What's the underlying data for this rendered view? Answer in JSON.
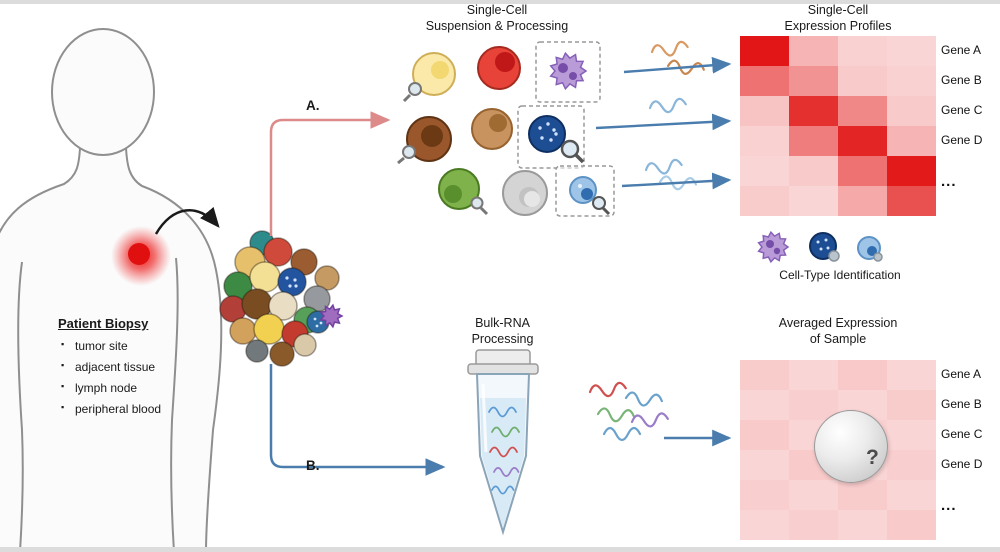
{
  "labels": {
    "single_cell_title": "Single-Cell\nSuspension & Processing",
    "sc_profiles_title": "Single-Cell\nExpression Profiles",
    "bulk_title": "Bulk-RNA\nProcessing",
    "avg_title": "Averaged Expression\nof Sample",
    "cell_type_title": "Cell-Type Identification",
    "path_a": "A.",
    "path_b": "B.",
    "ellipsis": "...",
    "unknown_mark": "?"
  },
  "biopsy": {
    "title": "Patient Biopsy",
    "items": [
      "tumor site",
      "adjacent tissue",
      "lymph node",
      "peripheral blood"
    ]
  },
  "genes": [
    "Gene A",
    "Gene B",
    "Gene C",
    "Gene D"
  ],
  "colors": {
    "path_a": "#dd8a8a",
    "path_b": "#4a7dad",
    "heat_low": "#fdebeb",
    "heat_high": "#e10f0f"
  },
  "chart_data": [
    {
      "type": "heatmap",
      "title": "Single-Cell Expression Profiles",
      "row_labels": [
        "Gene A",
        "Gene B",
        "Gene C",
        "Gene D",
        "...",
        "..."
      ],
      "values": [
        [
          0.97,
          0.25,
          0.12,
          0.1
        ],
        [
          0.55,
          0.4,
          0.15,
          0.12
        ],
        [
          0.18,
          0.85,
          0.45,
          0.15
        ],
        [
          0.12,
          0.5,
          0.9,
          0.25
        ],
        [
          0.1,
          0.15,
          0.55,
          0.95
        ],
        [
          0.14,
          0.1,
          0.3,
          0.7
        ]
      ],
      "legend": "red intensity = expression level, one column per single cell"
    },
    {
      "type": "heatmap",
      "title": "Averaged Expression of Sample",
      "row_labels": [
        "Gene A",
        "Gene B",
        "Gene C",
        "Gene D",
        "...",
        "..."
      ],
      "values": [
        [
          0.14,
          0.1,
          0.16,
          0.1
        ],
        [
          0.1,
          0.13,
          0.1,
          0.14
        ],
        [
          0.15,
          0.1,
          0.12,
          0.1
        ],
        [
          0.1,
          0.15,
          0.1,
          0.13
        ],
        [
          0.13,
          0.1,
          0.14,
          0.1
        ],
        [
          0.1,
          0.13,
          0.1,
          0.15
        ]
      ],
      "legend": "uniform light red = averaged expression, cell composition unknown"
    }
  ]
}
